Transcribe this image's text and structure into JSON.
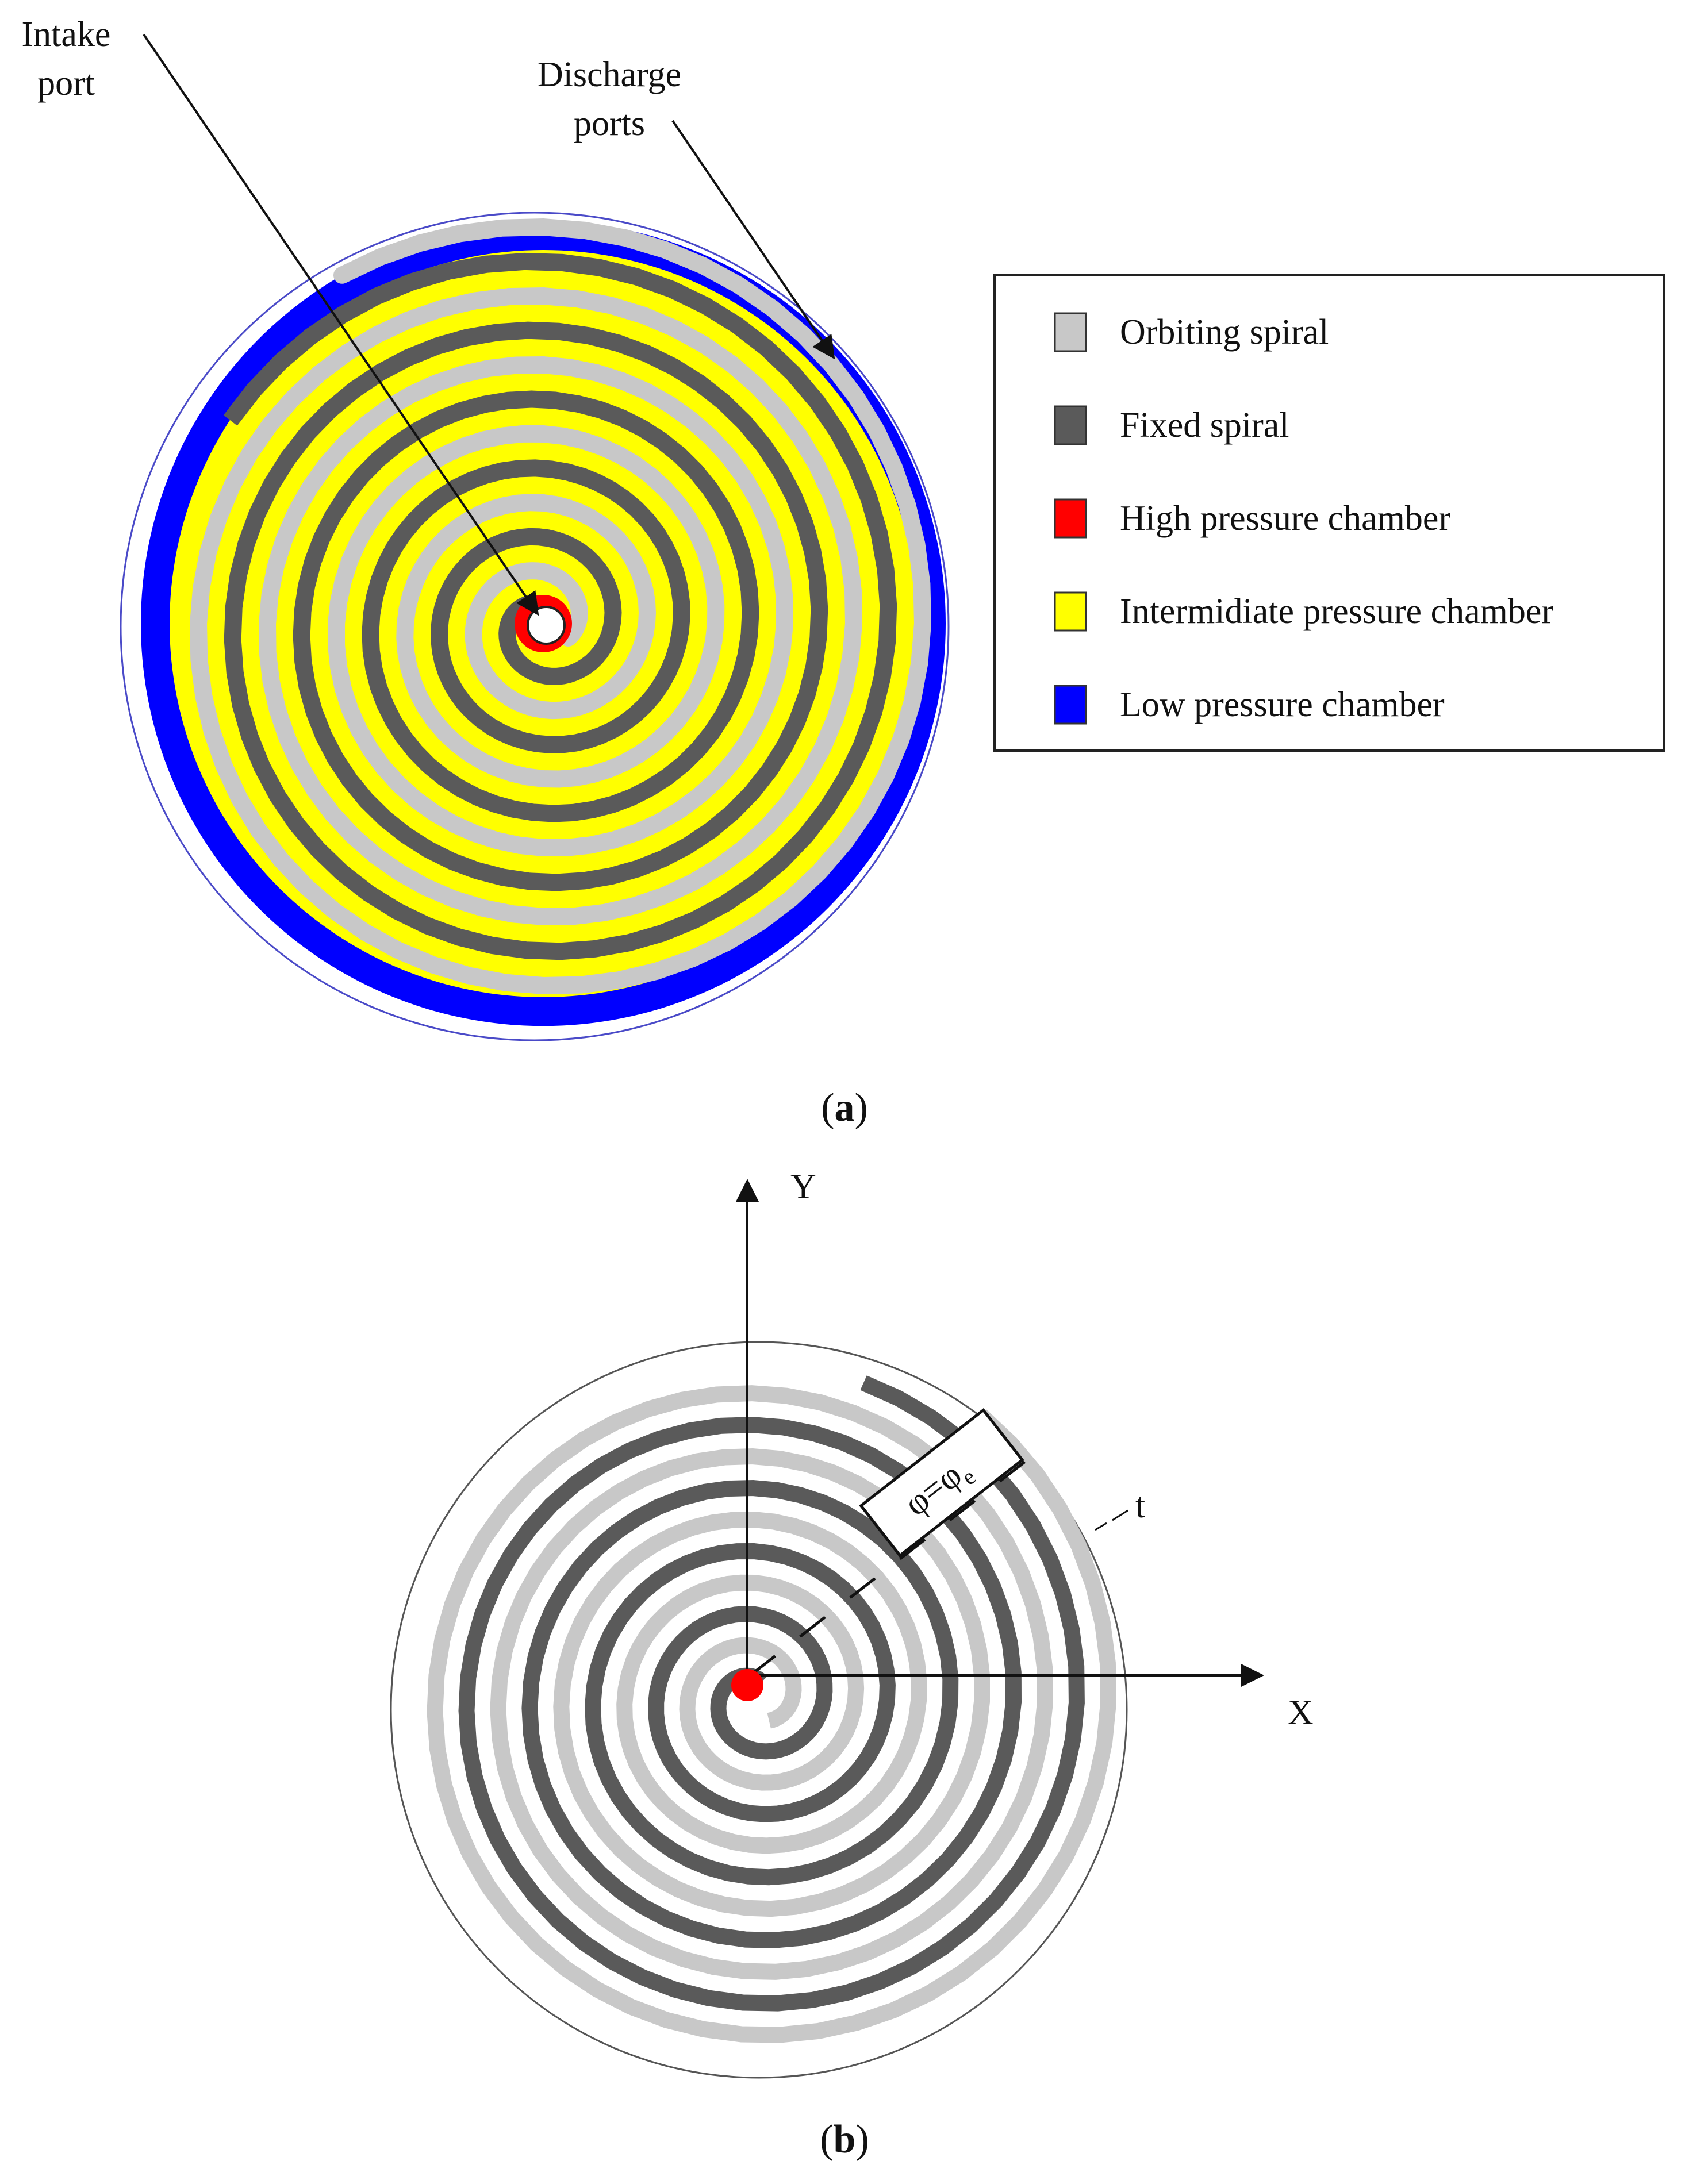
{
  "panel_a": {
    "callouts": {
      "intake_line1": "Intake",
      "intake_line2": "port",
      "discharge_line1": "Discharge",
      "discharge_line2": "ports"
    },
    "legend": [
      {
        "key": "orbiting",
        "label": "Orbiting spiral",
        "color": "#c8c8c8"
      },
      {
        "key": "fixed",
        "label": "Fixed spiral",
        "color": "#5a5a5a"
      },
      {
        "key": "high",
        "label": "High pressure chamber",
        "color": "#ff0000"
      },
      {
        "key": "intermediate",
        "label": "Intermidiate pressure chamber",
        "color": "#ffff00"
      },
      {
        "key": "low",
        "label": "Low pressure chamber",
        "color": "#0000ff"
      }
    ],
    "caption_letter": "a"
  },
  "panel_b": {
    "axis_y": "Y",
    "axis_x": "X",
    "angle_label": "φ=φ",
    "angle_subscript": "e",
    "thickness_label": "t",
    "caption_letter": "b"
  },
  "colors": {
    "orbiting": "#c8c8c8",
    "fixed": "#5a5a5a",
    "yellow": "#ffff00",
    "blue": "#0000ff",
    "red": "#ff0000"
  }
}
